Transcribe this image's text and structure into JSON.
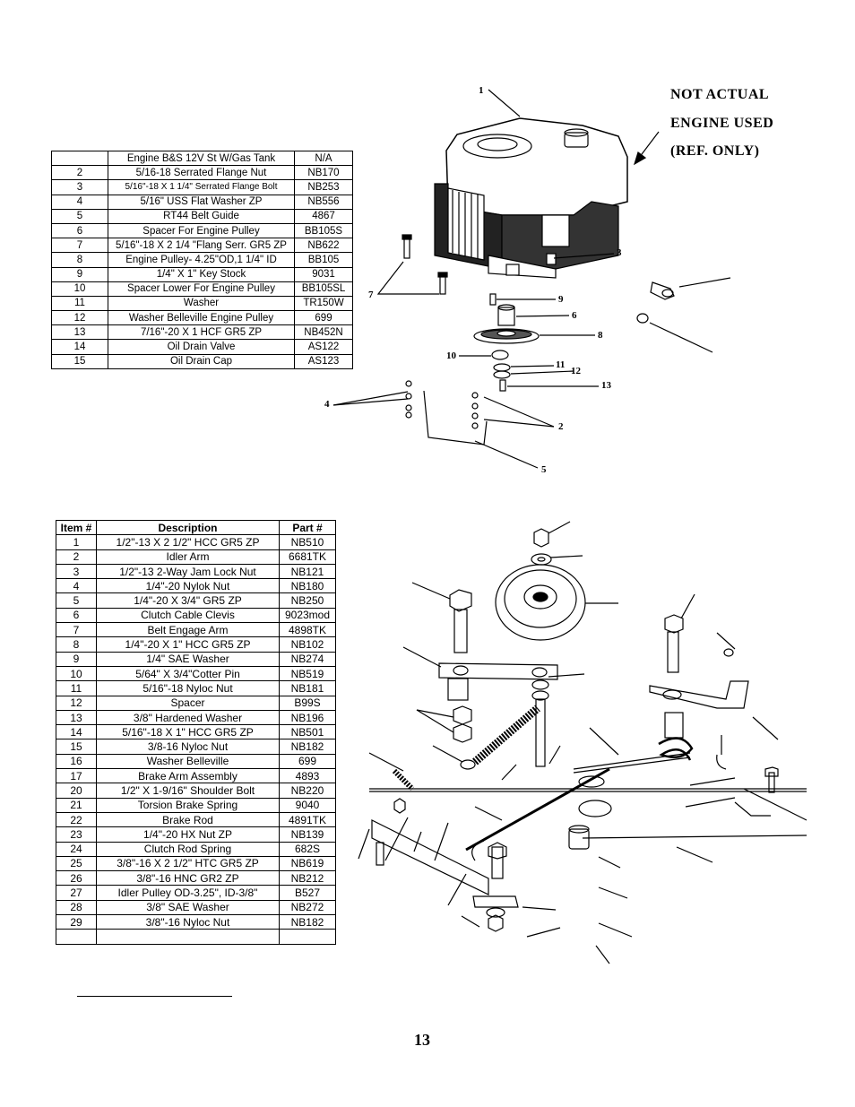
{
  "engine_note": {
    "line1": "NOT ACTUAL",
    "line2": "ENGINE USED",
    "line3": "(REF. ONLY)"
  },
  "table_top": {
    "rows": [
      [
        "",
        "Engine B&S 12V St W/Gas Tank",
        "N/A"
      ],
      [
        "2",
        "5/16-18 Serrated Flange Nut",
        "NB170"
      ],
      [
        "3",
        "5/16\"-18 X 1 1/4\" Serrated Flange Bolt",
        "NB253"
      ],
      [
        "4",
        "5/16\" USS Flat Washer ZP",
        "NB556"
      ],
      [
        "5",
        "RT44 Belt Guide",
        "4867"
      ],
      [
        "6",
        "Spacer For Engine Pulley",
        "BB105S"
      ],
      [
        "7",
        "5/16\"-18 X 2 1/4 \"Flang Serr. GR5 ZP",
        "NB622"
      ],
      [
        "8",
        "Engine Pulley- 4.25\"OD,1 1/4\" ID",
        "BB105"
      ],
      [
        "9",
        "1/4\" X 1\" Key Stock",
        "9031"
      ],
      [
        "10",
        "Spacer Lower For Engine Pulley",
        "BB105SL"
      ],
      [
        "11",
        "Washer",
        "TR150W"
      ],
      [
        "12",
        "Washer Belleville Engine Pulley",
        "699"
      ],
      [
        "13",
        "7/16\"-20 X 1 HCF GR5 ZP",
        "NB452N"
      ],
      [
        "14",
        "Oil Drain Valve",
        "AS122"
      ],
      [
        "15",
        "Oil Drain Cap",
        "AS123"
      ]
    ]
  },
  "table_bottom": {
    "headers": [
      "Item #",
      "Description",
      "Part #"
    ],
    "rows": [
      [
        "1",
        "1/2\"-13 X 2 1/2\" HCC GR5 ZP",
        "NB510"
      ],
      [
        "2",
        "Idler Arm",
        "6681TK"
      ],
      [
        "3",
        "1/2\"-13 2-Way Jam Lock Nut",
        "NB121"
      ],
      [
        "4",
        "1/4\"-20 Nylok Nut",
        "NB180"
      ],
      [
        "5",
        "1/4\"-20 X 3/4\" GR5 ZP",
        "NB250"
      ],
      [
        "6",
        "Clutch Cable Clevis",
        "9023mod"
      ],
      [
        "7",
        "Belt Engage Arm",
        "4898TK"
      ],
      [
        "8",
        "1/4\"-20 X 1\" HCC GR5 ZP",
        "NB102"
      ],
      [
        "9",
        "1/4\" SAE Washer",
        "NB274"
      ],
      [
        "10",
        "5/64\" X 3/4\"Cotter Pin",
        "NB519"
      ],
      [
        "11",
        "5/16\"-18 Nyloc Nut",
        "NB181"
      ],
      [
        "12",
        "Spacer",
        "B99S"
      ],
      [
        "13",
        "3/8\" Hardened Washer",
        "NB196"
      ],
      [
        "14",
        "5/16\"-18 X 1\" HCC GR5 ZP",
        "NB501"
      ],
      [
        "15",
        "3/8-16 Nyloc Nut",
        "NB182"
      ],
      [
        "16",
        "Washer Belleville",
        "699"
      ],
      [
        "17",
        "Brake Arm Assembly",
        "4893"
      ],
      [
        "20",
        "1/2\" X 1-9/16\" Shoulder Bolt",
        "NB220"
      ],
      [
        "21",
        "Torsion Brake Spring",
        "9040"
      ],
      [
        "22",
        "Brake Rod",
        "4891TK"
      ],
      [
        "23",
        "1/4\"-20 HX Nut ZP",
        "NB139"
      ],
      [
        "24",
        "Clutch Rod Spring",
        "682S"
      ],
      [
        "25",
        "3/8\"-16 X 2 1/2\" HTC GR5 ZP",
        "NB619"
      ],
      [
        "26",
        "3/8\"-16 HNC GR2 ZP",
        "NB212"
      ],
      [
        "27",
        "Idler Pulley OD-3.25\", ID-3/8\"",
        "B527"
      ],
      [
        "28",
        "3/8\" SAE Washer",
        "NB272"
      ],
      [
        "29",
        "3/8\"-16 Nyloc Nut",
        "NB182"
      ],
      [
        "",
        "",
        ""
      ]
    ]
  },
  "callouts": {
    "c1": "1",
    "c2": "2",
    "c3": "3",
    "c4": "4",
    "c5": "5",
    "c6": "6",
    "c7": "7",
    "c8": "8",
    "c9": "9",
    "c10": "10",
    "c11": "11",
    "c12": "12",
    "c13": "13"
  },
  "page_number": "13"
}
